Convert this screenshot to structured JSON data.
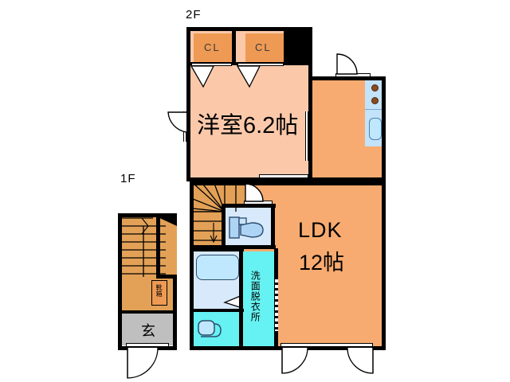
{
  "plan": {
    "floor_tags": [
      {
        "name": "2F",
        "label": "2F"
      },
      {
        "name": "1F",
        "label": "1F"
      }
    ],
    "rooms": [
      {
        "key": "bedroom",
        "label": "洋室6.2帖",
        "size": "6.2帖",
        "type": "Japanese-style western room"
      },
      {
        "key": "ldk_name",
        "label": "LDK"
      },
      {
        "key": "ldk_size",
        "label": "12帖"
      },
      {
        "key": "closet_left",
        "label": "CL"
      },
      {
        "key": "closet_right",
        "label": "CL"
      },
      {
        "key": "washroom",
        "label": "洗面脱衣所"
      },
      {
        "key": "shoebox",
        "label": "靴箱"
      },
      {
        "key": "genkan",
        "label": "玄"
      }
    ],
    "fixtures": [
      {
        "name": "kitchen-stove",
        "burners": 2
      },
      {
        "name": "kitchen-sink"
      },
      {
        "name": "toilet"
      },
      {
        "name": "bathtub"
      },
      {
        "name": "wash-basin"
      },
      {
        "name": "staircase-2f"
      },
      {
        "name": "staircase-1f"
      }
    ],
    "doors": [
      {
        "name": "bedroom-entry-door",
        "swing": "left"
      },
      {
        "name": "kitchen-entry-door",
        "swing": "left"
      },
      {
        "name": "toilet-door",
        "swing": "left"
      },
      {
        "name": "bath-door",
        "swing": "in"
      },
      {
        "name": "ldk-balcony-door-left"
      },
      {
        "name": "ldk-balcony-door-right"
      },
      {
        "name": "front-door"
      },
      {
        "name": "closet-left-door"
      },
      {
        "name": "closet-right-door"
      }
    ],
    "colors": {
      "room_peach": "#fbc9aa",
      "ldk_orange": "#f8ab70",
      "closet_orange": "#ef9a54",
      "stair_tan": "#e2a157",
      "washroom_cyan": "#66f2f2",
      "bath_blue": "#d7e9fb",
      "genkan_gray": "#bfbfbf",
      "wall_black": "#000000",
      "burner_brown": "#8a4b20"
    }
  }
}
